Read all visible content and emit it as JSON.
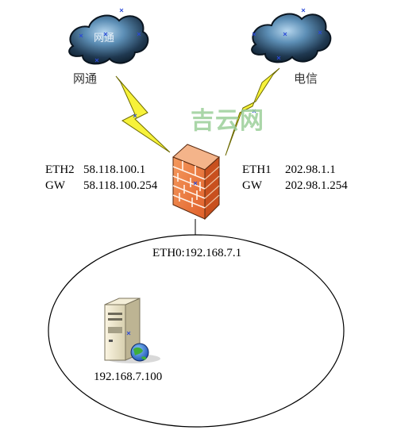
{
  "isp_left": {
    "name": "网通",
    "cloud_label": "网通"
  },
  "isp_right": {
    "name": "电信"
  },
  "watermark": "吉云网",
  "firewall": {
    "eth2_label": "ETH2",
    "eth2_ip": "58.118.100.1",
    "gw_left_label": "GW",
    "gw_left_ip": "58.118.100.254",
    "eth1_label": "ETH1",
    "eth1_ip": "202.98.1.1",
    "gw_right_label": "GW",
    "gw_right_ip": "202.98.1.254",
    "eth0": "ETH0:192.168.7.1"
  },
  "server": {
    "ip": "192.168.7.100"
  },
  "colors": {
    "cloud_dark": "#1f3850",
    "cloud_light": "#7ab0d6",
    "bolt_fill": "#f7f23a",
    "firewall_brick": "#f07a3a",
    "firewall_mortar": "#fff3ea",
    "globe": "#2a6fd1",
    "watermark": "#9ccf9a"
  }
}
